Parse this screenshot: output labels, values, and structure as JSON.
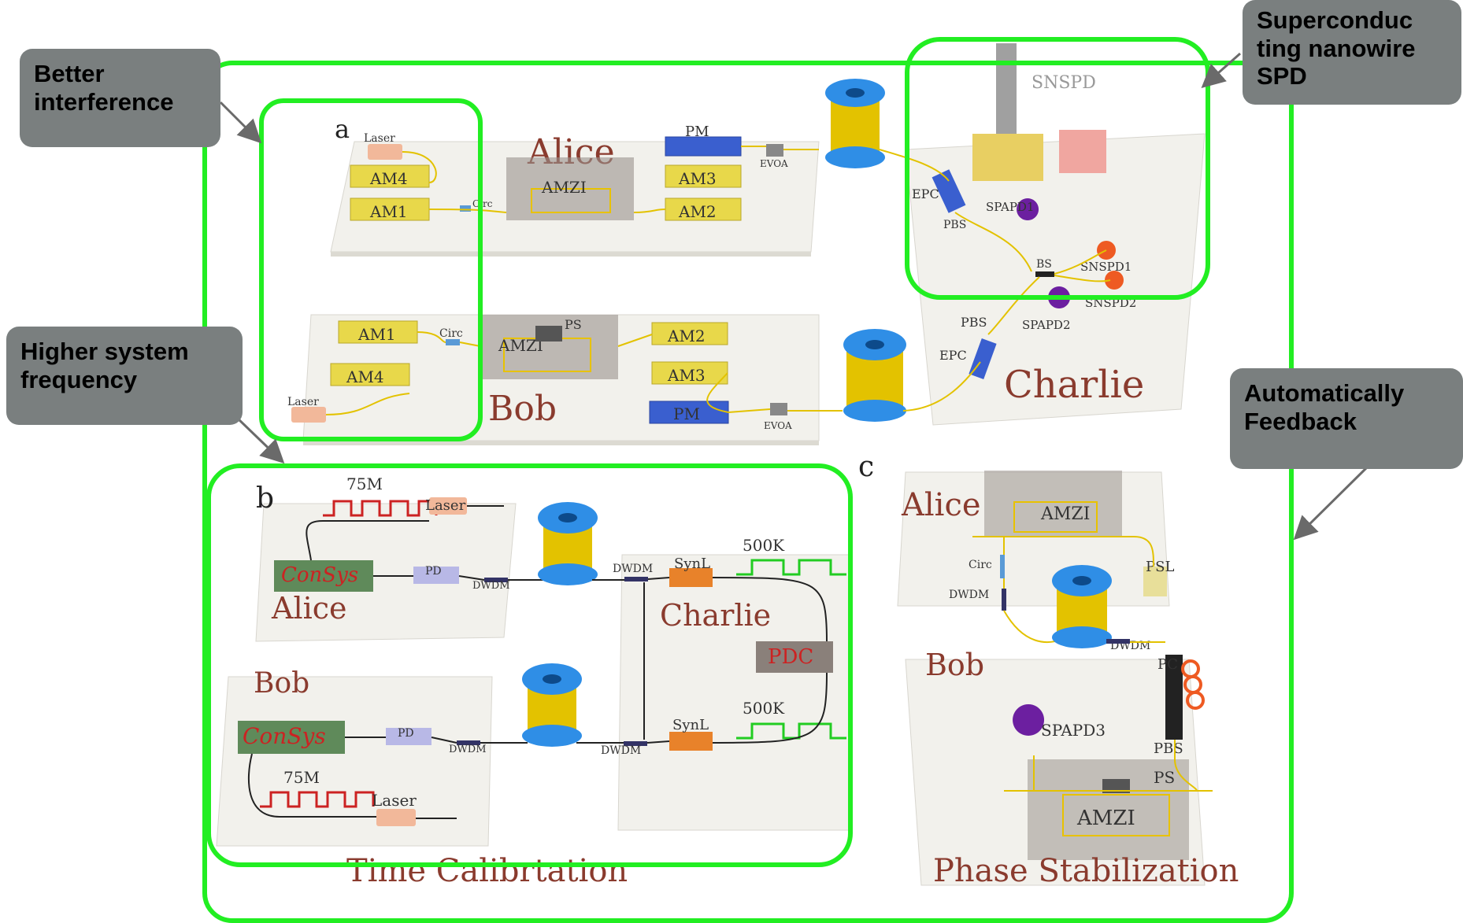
{
  "callouts": {
    "better_interference": "Better\ninterference",
    "higher_system_frequency": "Higher system\nfrequency",
    "superconducting_nanowire_spd": "Superconduc\nting nanowire\nSPD",
    "automatically_feedback": "Automatically\nFeedback"
  },
  "panel_a": {
    "letter": "a",
    "alice": {
      "title": "Alice",
      "laser": "Laser",
      "am4": "AM4",
      "am1": "AM1",
      "circ": "Circ",
      "amzi": "AMZI",
      "pm": "PM",
      "am3": "AM3",
      "am2": "AM2",
      "evoa": "EVOA"
    },
    "bob": {
      "title": "Bob",
      "am1": "AM1",
      "am4": "AM4",
      "laser": "Laser",
      "circ": "Circ",
      "amzi": "AMZI",
      "ps": "PS",
      "am2": "AM2",
      "am3": "AM3",
      "pm": "PM",
      "evoa": "EVOA"
    },
    "charlie": {
      "title": "Charlie",
      "snspd": "SNSPD",
      "epc1": "EPC",
      "pbs1": "PBS",
      "spapd1": "SPAPD1",
      "bs": "BS",
      "snspd1": "SNSPD1",
      "snspd2": "SNSPD2",
      "pbs2": "PBS",
      "spapd2": "SPAPD2",
      "epc2": "EPC"
    }
  },
  "panel_b": {
    "letter": "b",
    "alice": {
      "title": "Alice",
      "freq": "75M",
      "laser": "Laser",
      "consys": "ConSys",
      "pd": "PD",
      "dwdm": "DWDM"
    },
    "bob": {
      "title": "Bob",
      "consys": "ConSys",
      "pd": "PD",
      "dwdm": "DWDM",
      "freq": "75M",
      "laser": "Laser"
    },
    "charlie": {
      "title": "Charlie",
      "dwdm_top": "DWDM",
      "synl_top": "SynL",
      "freq_top": "500K",
      "pdc": "PDC",
      "freq_bottom": "500K",
      "synl_bottom": "SynL",
      "dwdm_bottom": "DWDM"
    },
    "caption": "Time Calibrtation"
  },
  "panel_c": {
    "letter": "c",
    "alice": {
      "title": "Alice",
      "amzi": "AMZI",
      "circ": "Circ",
      "psl": "PSL",
      "dwdm": "DWDM"
    },
    "bob": {
      "title": "Bob",
      "dwdm": "DWDM",
      "pc": "PC",
      "spapd3": "SPAPD3",
      "pbs": "PBS",
      "ps": "PS",
      "amzi": "AMZI"
    },
    "caption": "Phase Stabilization"
  },
  "colors": {
    "highlight_green": "#22ee22",
    "callout_gray": "#7a7f7f",
    "title_red": "#8a3b2e",
    "platform": "#f2f1ec",
    "modulator_yellow": "#e8d84a",
    "phase_mod_blue": "#3a5fcf",
    "laser_peach": "#f2b89a",
    "spool_blue": "#2f8ee6",
    "consys_green": "#5f8a5a",
    "synl_orange": "#e8822a",
    "pulse_red": "#c22",
    "pulse_green": "#2c2"
  }
}
